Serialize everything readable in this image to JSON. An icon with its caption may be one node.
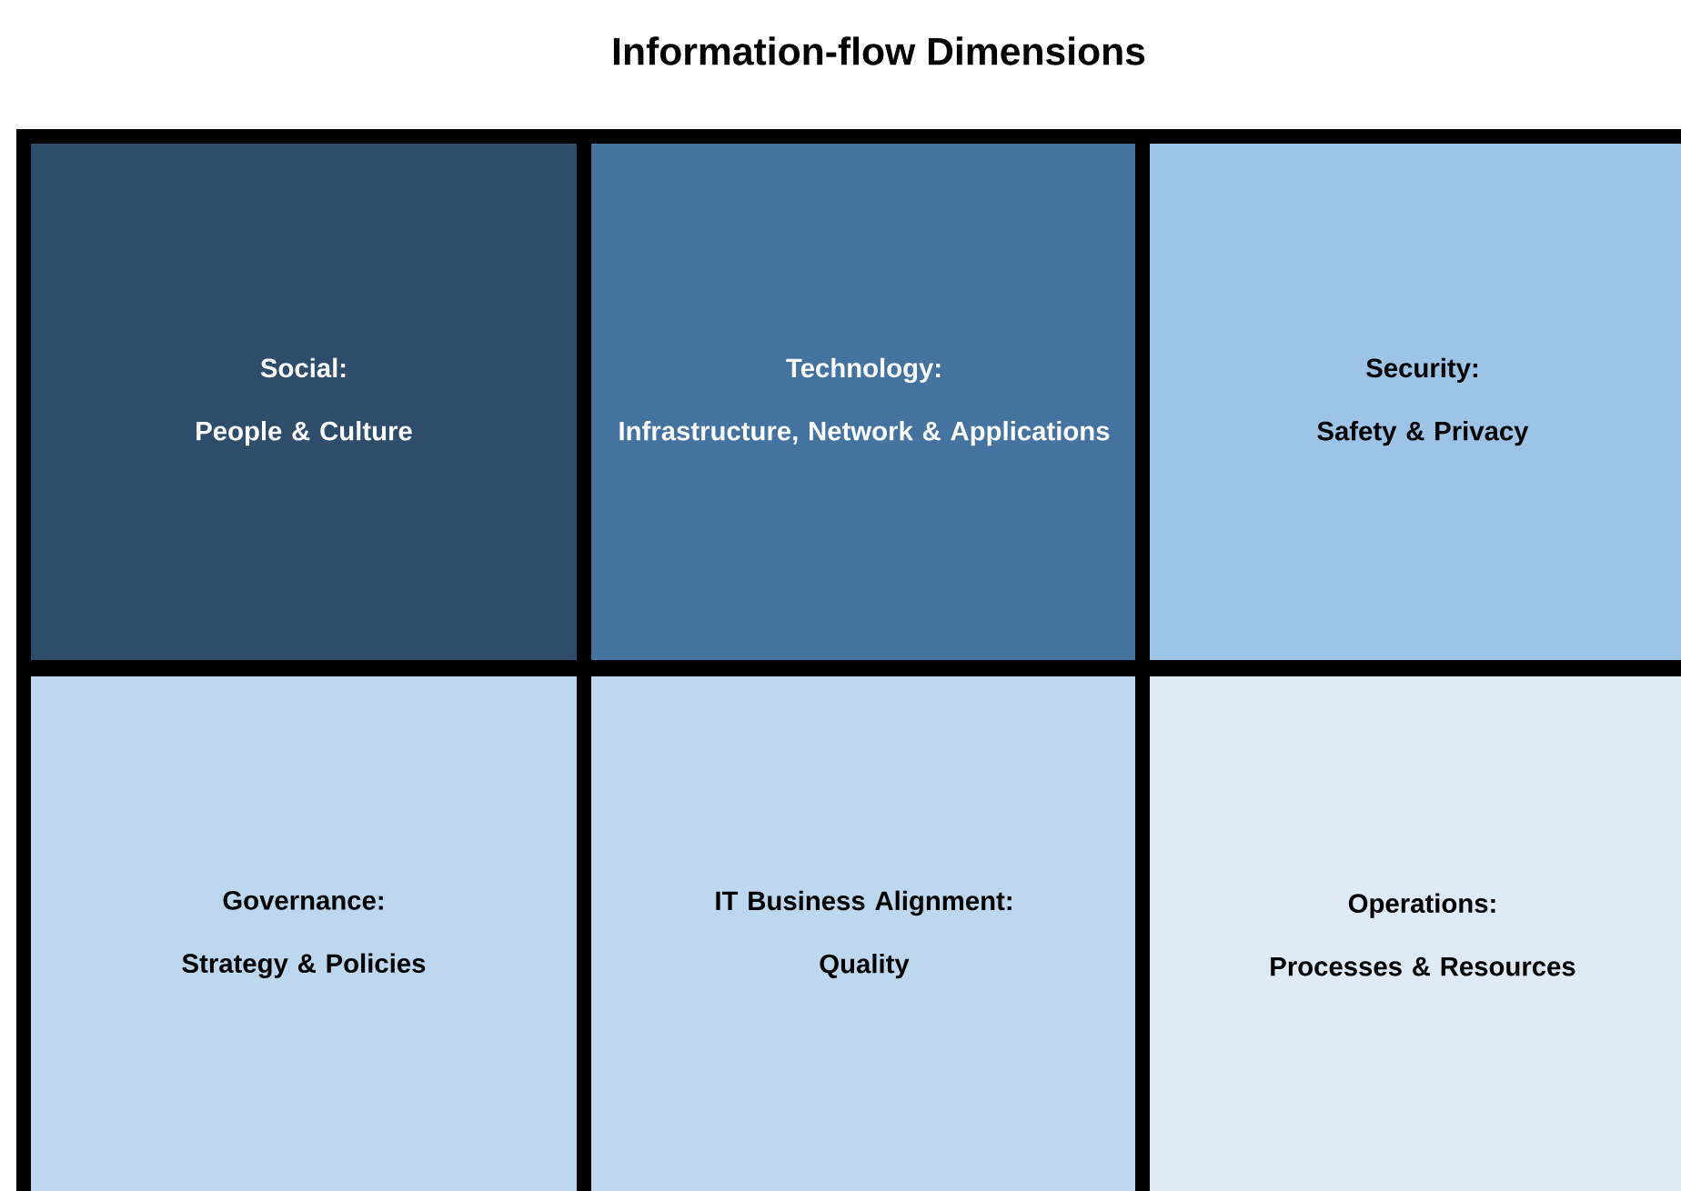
{
  "diagram": {
    "title": "Information-flow Dimensions",
    "nodes": [
      {
        "text": [
          "Social:",
          "People & Culture"
        ]
      },
      {
        "text": [
          "Technology:",
          "Infrastructure, Network & Applications"
        ]
      },
      {
        "text": [
          "Security:",
          "Safety & Privacy"
        ]
      },
      {
        "text": [
          "Governance:",
          "Strategy & Policies"
        ]
      },
      {
        "text": [
          "IT Business Alignment:",
          "Quality"
        ]
      },
      {
        "text": [
          "Operations:",
          "Processes & Resources"
        ]
      }
    ],
    "edges": []
  }
}
